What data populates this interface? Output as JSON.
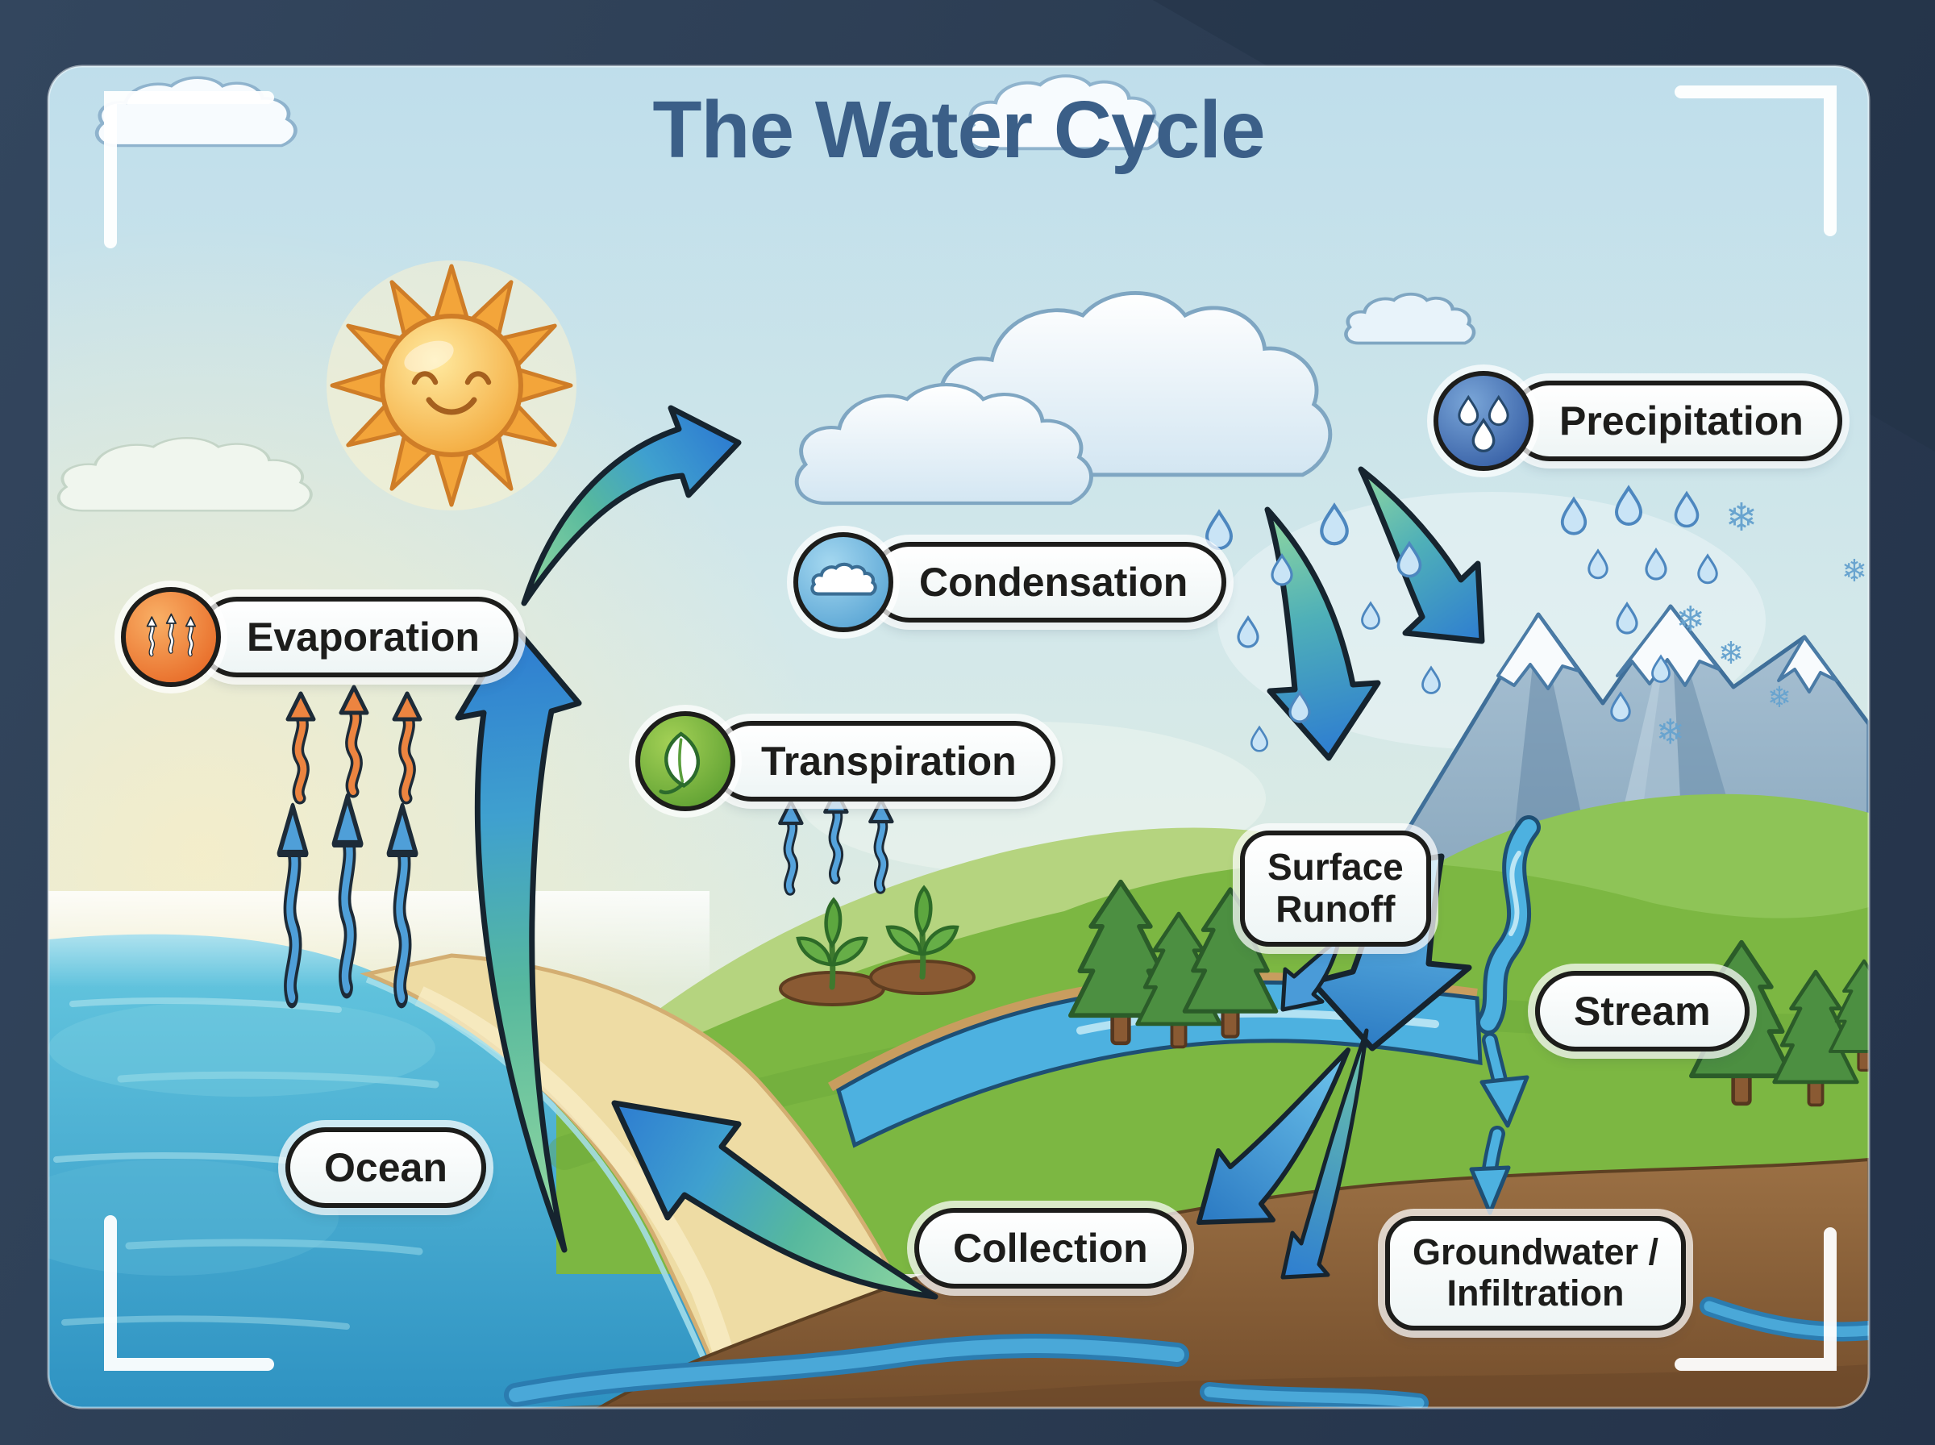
{
  "title": "The Water Cycle",
  "labels": {
    "evaporation": {
      "text": "Evaporation",
      "icon": "heat-waves-icon"
    },
    "condensation": {
      "text": "Condensation",
      "icon": "cloud-icon"
    },
    "transpiration": {
      "text": "Transpiration",
      "icon": "leaf-icon"
    },
    "precipitation": {
      "text": "Precipitation",
      "icon": "raindrops-icon"
    },
    "surface_runoff": {
      "line1": "Surface",
      "line2": "Runoff"
    },
    "stream": {
      "text": "Stream"
    },
    "ocean": {
      "text": "Ocean"
    },
    "collection": {
      "text": "Collection"
    },
    "groundwater": {
      "line1": "Groundwater /",
      "line2": "Infiltration"
    }
  },
  "colors": {
    "background_navy": "#2c3c52",
    "panel_sky_top": "#c2dfec",
    "title_blue": "#3b5f88",
    "label_border_black": "#1d1d1b",
    "arrow_blue": "#3d8fd2",
    "arrow_green_tail": "#8fd4a8",
    "evaporation_orange": "#ec8440",
    "condensation_blue": "#6db5e0",
    "transpiration_green": "#6fb43e",
    "precipitation_blue": "#4a7cc0",
    "ocean_blue": "#45b0d6",
    "grass_green": "#7cb742",
    "soil_brown": "#8a6038",
    "sand_tan": "#eedca4",
    "sun_yellow": "#f7c548",
    "snow_white": "#f8fbfd"
  }
}
